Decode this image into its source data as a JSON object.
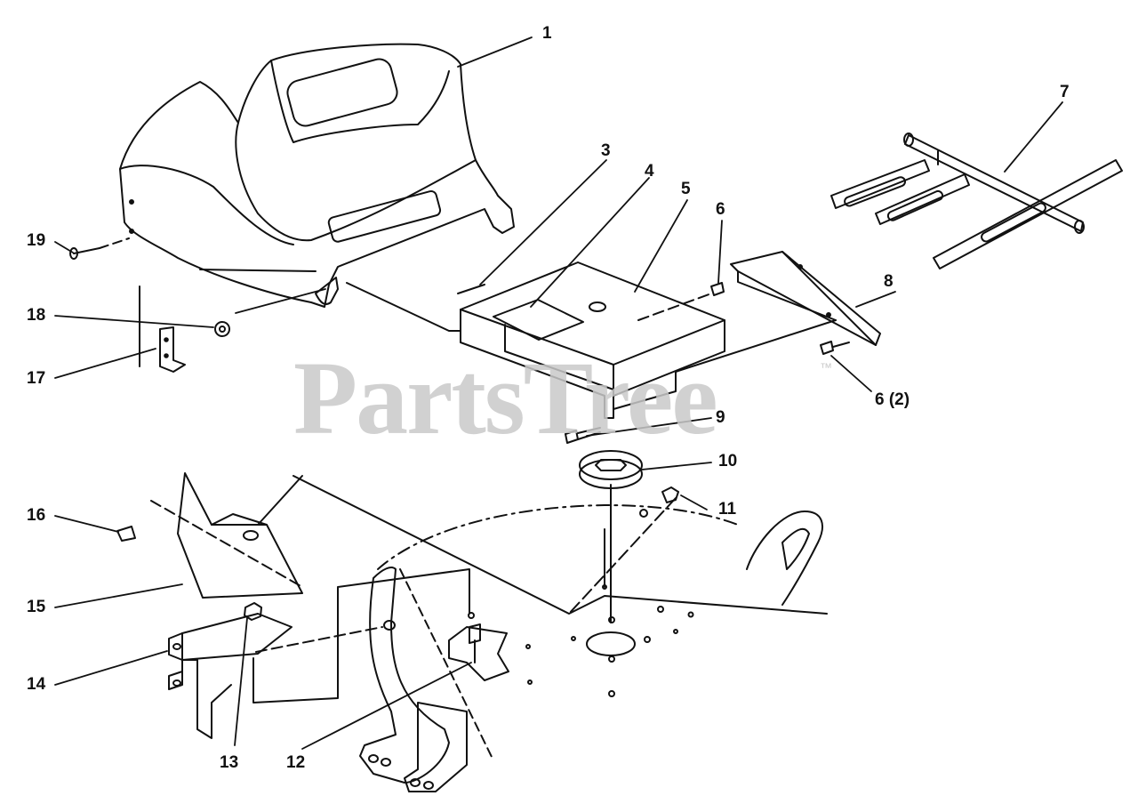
{
  "watermark": {
    "text": "PartsTree",
    "trademark": "™"
  },
  "callouts": [
    {
      "id": "c1",
      "text": "1"
    },
    {
      "id": "c3",
      "text": "3"
    },
    {
      "id": "c4",
      "text": "4"
    },
    {
      "id": "c5",
      "text": "5"
    },
    {
      "id": "c6a",
      "text": "6"
    },
    {
      "id": "c7",
      "text": "7"
    },
    {
      "id": "c8",
      "text": "8"
    },
    {
      "id": "c6b",
      "text": "6 (2)"
    },
    {
      "id": "c9",
      "text": "9"
    },
    {
      "id": "c10",
      "text": "10"
    },
    {
      "id": "c11",
      "text": "11"
    },
    {
      "id": "c12",
      "text": "12"
    },
    {
      "id": "c13",
      "text": "13"
    },
    {
      "id": "c14",
      "text": "14"
    },
    {
      "id": "c15",
      "text": "15"
    },
    {
      "id": "c16",
      "text": "16"
    },
    {
      "id": "c17",
      "text": "17"
    },
    {
      "id": "c18",
      "text": "18"
    },
    {
      "id": "c19",
      "text": "19"
    }
  ]
}
